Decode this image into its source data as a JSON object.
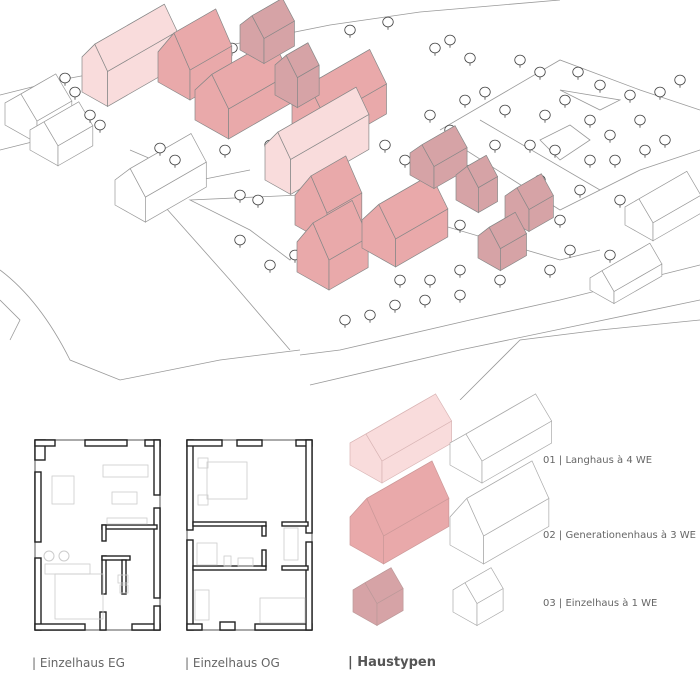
{
  "colors": {
    "langhaus": "#f9dcdc",
    "generationenhaus": "#e9a9aa",
    "einzelhaus": "#d6a3a6",
    "line": "#777777"
  },
  "captions": {
    "eg": "| Einzelhaus EG",
    "og": "| Einzelhaus OG",
    "haustypen": "| Haustypen"
  },
  "legend": [
    {
      "label": "01 | Langhaus  à 4 WE"
    },
    {
      "label": "02 | Generationenhaus  à 3 WE"
    },
    {
      "label": "03 | Einzelhaus  à 1 WE"
    }
  ]
}
